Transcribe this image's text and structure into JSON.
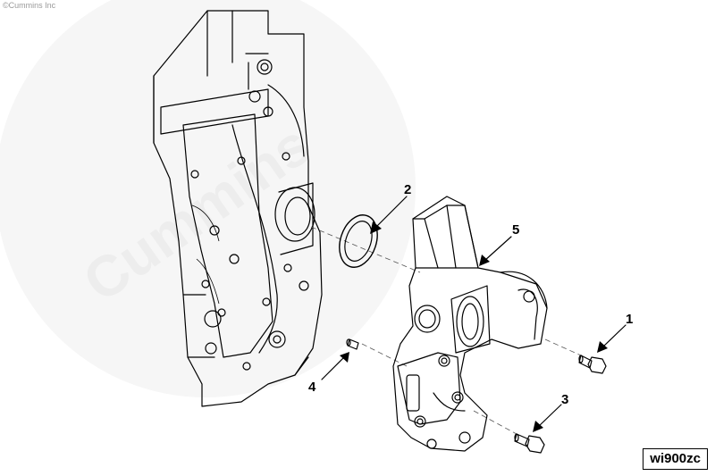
{
  "copyright": "©Cummins Inc",
  "watermark": "Cummins",
  "figure_id": "wi900zc",
  "callouts": [
    {
      "id": "1",
      "label": "1"
    },
    {
      "id": "2",
      "label": "2"
    },
    {
      "id": "3",
      "label": "3"
    },
    {
      "id": "4",
      "label": "4"
    },
    {
      "id": "5",
      "label": "5"
    }
  ]
}
